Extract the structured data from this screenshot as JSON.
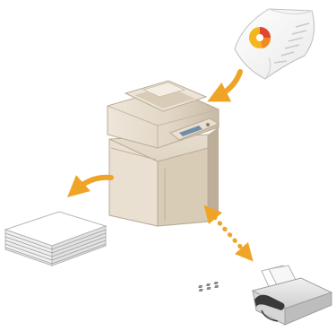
{
  "diagram": {
    "nodes": [
      {
        "id": "source-document",
        "icon": "scanned-document-with-chart-icon"
      },
      {
        "id": "multifunction-printer",
        "icon": "mfp-printer-icon"
      },
      {
        "id": "paper-stack",
        "icon": "printed-paper-stack-icon"
      },
      {
        "id": "fax-machine",
        "icon": "fax-machine-icon"
      }
    ],
    "connections": [
      {
        "from": "source-document",
        "to": "multifunction-printer",
        "style": "solid-arrow"
      },
      {
        "from": "multifunction-printer",
        "to": "paper-stack",
        "style": "solid-arrow"
      },
      {
        "from": "multifunction-printer",
        "to": "fax-machine",
        "style": "dotted-double-arrow"
      }
    ],
    "colors": {
      "arrow": "#f0a427",
      "device_body": "#e2d7c6",
      "device_shadow": "#c7b9a3",
      "panel": "#6f8fa9",
      "chart_red": "#e2462f",
      "chart_yellow": "#f5b51f",
      "chart_orange": "#f08a24"
    }
  }
}
